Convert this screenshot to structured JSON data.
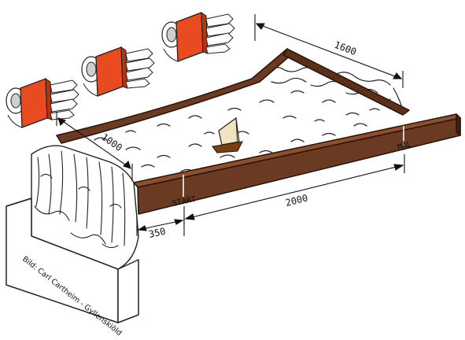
{
  "dimensions": {
    "length_top": "1600",
    "width_left": "1000",
    "length_front": "2000",
    "start_offset": "350"
  },
  "markers": {
    "start": "START",
    "finish": "MÅL"
  },
  "credit": "Bild: Carl Cartheim - Gyllenskiöld",
  "colors": {
    "frame": "#6b3a22",
    "frame_dark": "#3e2010",
    "fan_housing": "#e84b1f",
    "water_outline": "#222222",
    "sail": "#f0e3c0",
    "hull": "#7a3d14"
  }
}
